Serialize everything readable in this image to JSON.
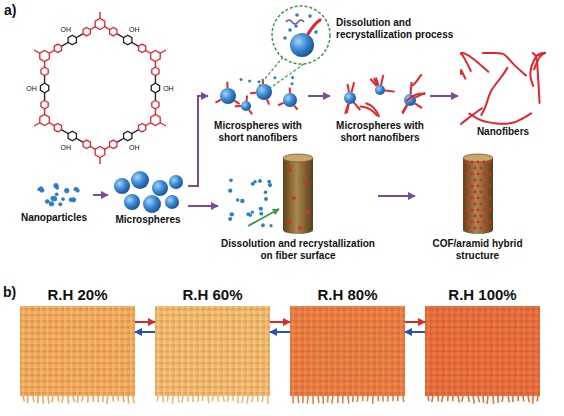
{
  "diagram": {
    "nodes": [
      {
        "text": [
          "Dissolution and recrystallization process"
        ]
      },
      {
        "text": [
          "Nanoparticles"
        ]
      },
      {
        "text": [
          "Microspheres"
        ]
      },
      {
        "text": [
          "Microspheres with short nanofibers"
        ]
      },
      {
        "text": [
          "Microspheres with short nanofibers"
        ]
      },
      {
        "text": [
          "Nanofibers"
        ]
      },
      {
        "text": [
          "Dissolution and recrystallization on fiber surface"
        ]
      },
      {
        "text": [
          "COF/aramid hybrid structure"
        ]
      },
      {
        "text": [
          "R.H 20%"
        ]
      },
      {
        "text": [
          "R.H 60%"
        ]
      },
      {
        "text": [
          "R.H 80%"
        ]
      },
      {
        "text": [
          "R.H 100%"
        ]
      }
    ],
    "edges": [
      {
        "from": 1,
        "to": 2,
        "arrow": "to"
      },
      {
        "from": 2,
        "to": 3,
        "arrow": "to"
      },
      {
        "from": 2,
        "to": 6,
        "arrow": "to"
      },
      {
        "from": 3,
        "to": 4,
        "arrow": "to"
      },
      {
        "from": 4,
        "to": 5,
        "arrow": "to"
      },
      {
        "from": 6,
        "to": 7,
        "arrow": "to"
      },
      {
        "from": 8,
        "to": 9,
        "arrow": "to"
      },
      {
        "from": 9,
        "to": 8,
        "arrow": "to"
      },
      {
        "from": 9,
        "to": 10,
        "arrow": "to"
      },
      {
        "from": 10,
        "to": 9,
        "arrow": "to"
      },
      {
        "from": 10,
        "to": 11,
        "arrow": "to"
      },
      {
        "from": 11,
        "to": 10,
        "arrow": "to"
      }
    ],
    "labels": [
      "a)",
      "b)",
      "OH",
      "OH",
      "OH",
      "OH",
      "OH",
      "OH"
    ]
  }
}
